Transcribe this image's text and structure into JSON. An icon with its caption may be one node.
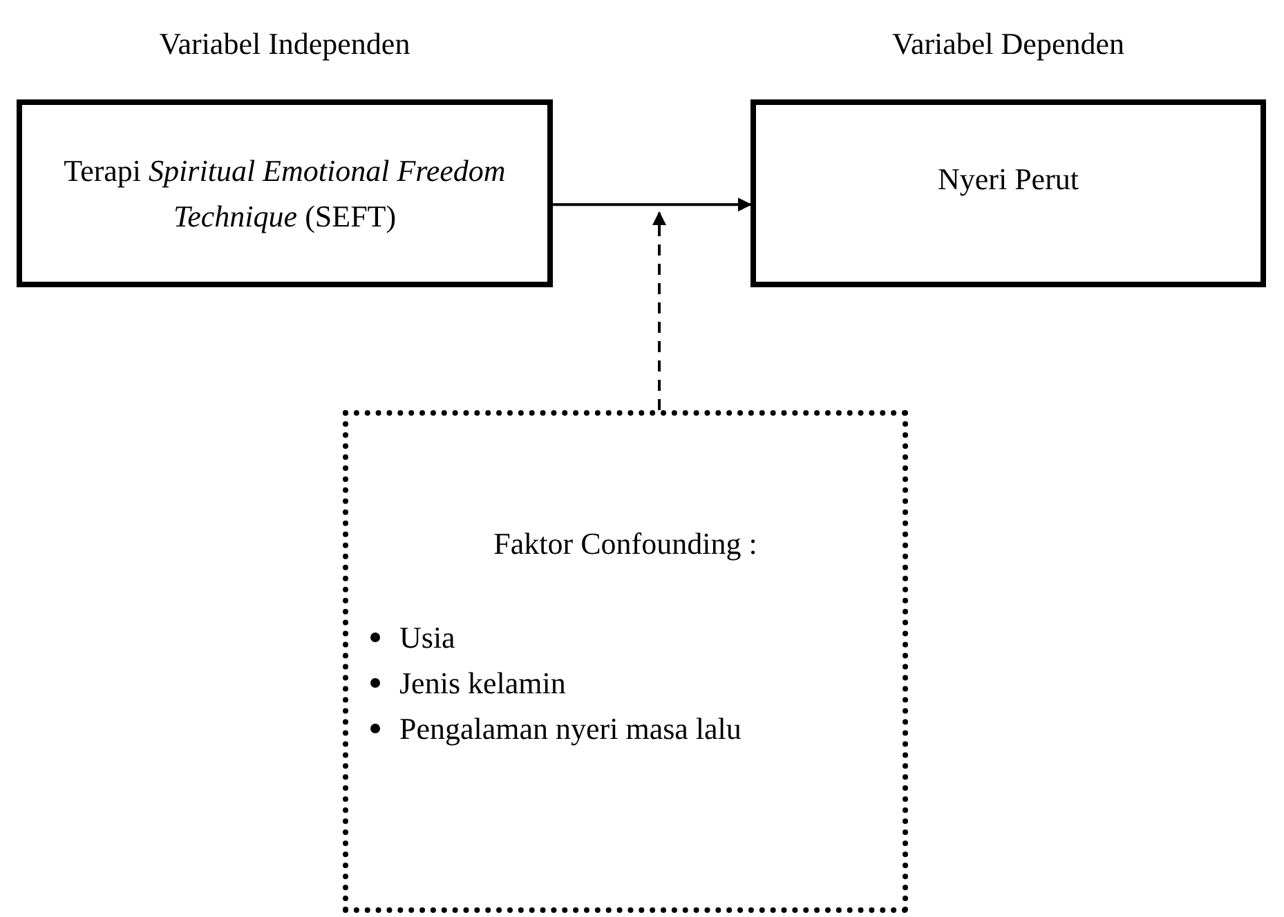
{
  "diagram": {
    "nodes": [
      {
        "text": [
          "Variabel Independen",
          "Terapi *Spiritual Emotional Freedom Technique* (SEFT)"
        ]
      },
      {
        "text": [
          "Variabel Dependen",
          "Nyeri Perut"
        ]
      },
      {
        "text": [
          "Faktor Confounding :",
          "Usia",
          "Jenis kelamin",
          "Pengalaman nyeri masa lalu"
        ]
      }
    ],
    "edges": [
      {
        "from": 0,
        "to": 1,
        "arrow": "to"
      },
      {
        "from": 2,
        "to": null,
        "arrow": "to",
        "style": "dashed"
      }
    ]
  }
}
